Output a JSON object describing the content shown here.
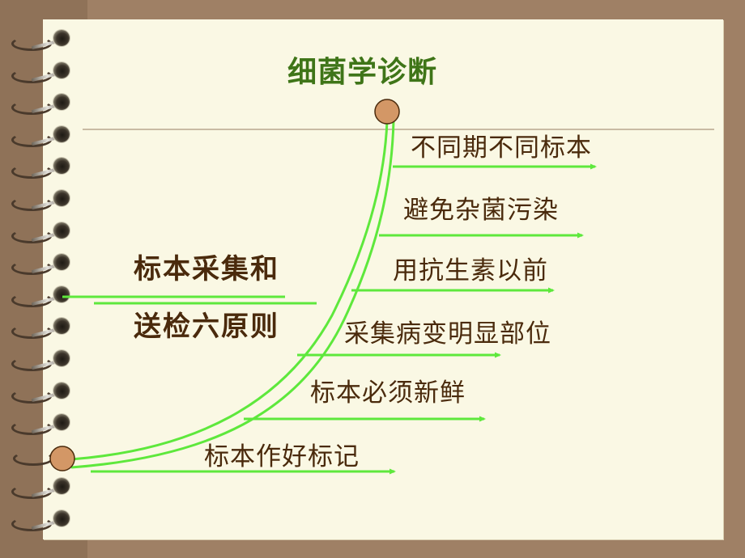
{
  "slide": {
    "title": "细菌学诊断",
    "heading_line1": "标本采集和",
    "heading_line2": "送检六原则",
    "items": [
      {
        "label": "不同期不同标本"
      },
      {
        "label": "避免杂菌污染"
      },
      {
        "label": "用抗生素以前"
      },
      {
        "label": "采集病变明显部位"
      },
      {
        "label": "标本必须新鲜"
      },
      {
        "label": "标本作好标记"
      }
    ]
  },
  "colors": {
    "background": "#9f8065",
    "paper": "#faf8e4",
    "title": "#3f7518",
    "text": "#4a2a0c",
    "line_green": "#5ee83c",
    "node_circle": "#d39766"
  },
  "notebook": {
    "spiral_ring_count": 16
  }
}
